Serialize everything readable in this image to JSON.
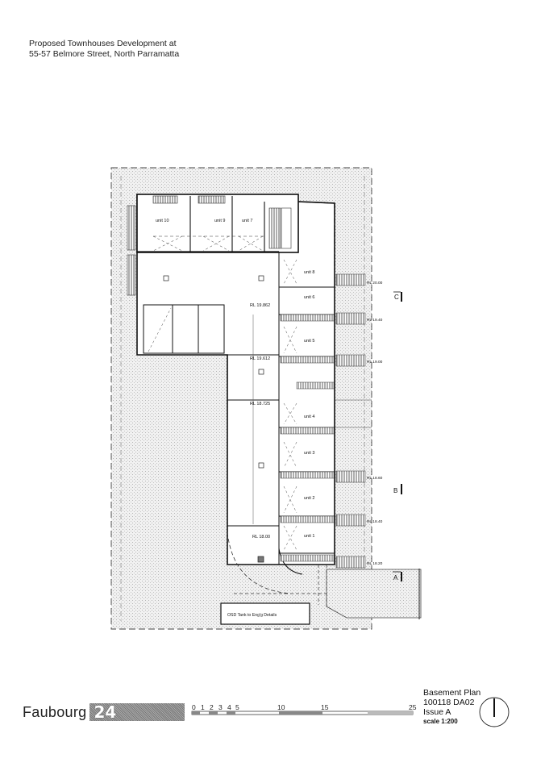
{
  "header": {
    "line1": "Proposed Townhouses Development at",
    "line2": "55-57 Belmore Street, North Parramatta"
  },
  "plan": {
    "units": [
      "unit 10",
      "unit 9",
      "unit 7",
      "unit 8",
      "unit 6",
      "unit 5",
      "unit 4",
      "unit 3",
      "unit 2",
      "unit 1"
    ],
    "levels": [
      "RL 19.862",
      "RL 19.612",
      "RL 18.725",
      "RL 18.00"
    ],
    "right_levels": [
      "RL 20.00",
      "RL 19.40",
      "RL 19.00",
      "RL 18.60",
      "RL 18.40",
      "RL 18.20"
    ],
    "section_markers": [
      "C",
      "B",
      "A"
    ],
    "osd_note": "OSD Tank to Eng'g Details"
  },
  "footer": {
    "logo_text": "Faubourg",
    "logo_number": "24",
    "scale_labels": [
      "0",
      "1",
      "2",
      "3",
      "4",
      "5",
      "10",
      "15",
      "25"
    ]
  },
  "title_block": {
    "title": "Basement Plan",
    "drawing_no": "100118 DA02",
    "issue": "Issue A",
    "scale": "scale 1:200"
  }
}
